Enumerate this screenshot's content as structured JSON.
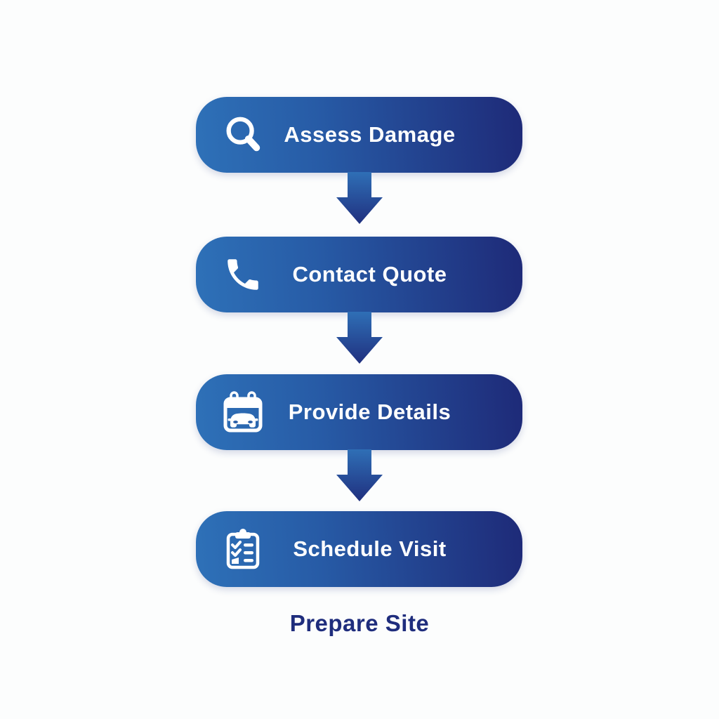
{
  "flow": {
    "steps": [
      {
        "label": "Assess Damage",
        "icon": "magnifier-icon"
      },
      {
        "label": "Contact Quote",
        "icon": "phone-icon"
      },
      {
        "label": "Provide Details",
        "icon": "calendar-car-icon"
      },
      {
        "label": "Schedule Visit",
        "icon": "clipboard-checklist-icon"
      }
    ],
    "connector": "down-arrow",
    "footer_label": "Prepare Site"
  },
  "colors": {
    "pill_gradient_start": "#2e71b8",
    "pill_gradient_end": "#1e2a78",
    "arrow_gradient_start": "#2f6fb6",
    "arrow_gradient_end": "#20307f",
    "icon_and_label": "#ffffff",
    "footer_label": "#1f2d7d",
    "background": "#fcfdfd"
  }
}
